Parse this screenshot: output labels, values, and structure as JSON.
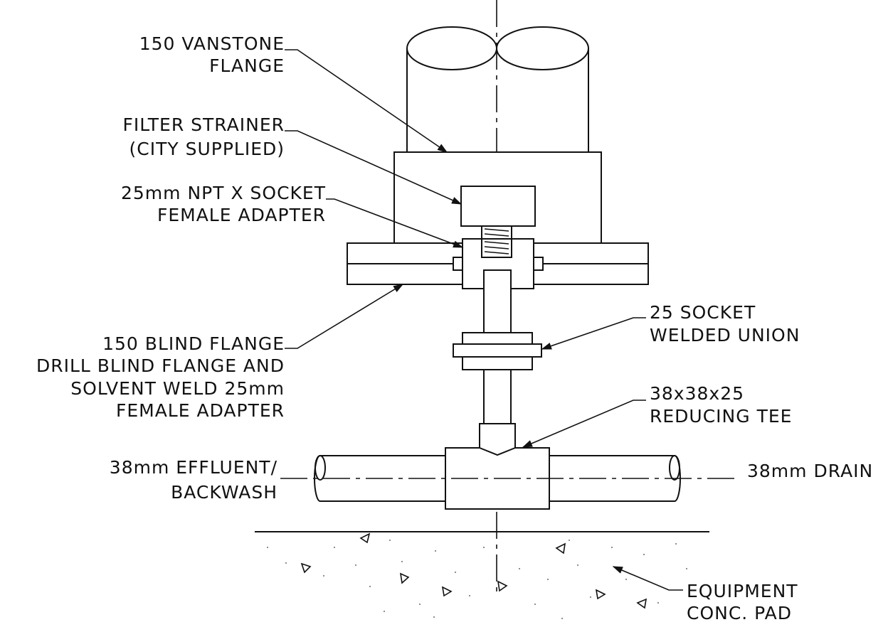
{
  "labels": {
    "vanstone_flange": [
      "150 VANSTONE",
      "FLANGE"
    ],
    "filter_strainer": [
      "FILTER STRAINER",
      "(CITY SUPPLIED)"
    ],
    "female_adapter": [
      "25mm NPT X SOCKET",
      "FEMALE ADAPTER"
    ],
    "blind_flange": [
      "150 BLIND FLANGE",
      "DRILL BLIND FLANGE AND",
      "SOLVENT WELD 25mm",
      "FEMALE ADAPTER"
    ],
    "socket_union": [
      "25 SOCKET",
      "WELDED UNION"
    ],
    "reducing_tee": [
      "38x38x25",
      "REDUCING TEE"
    ],
    "effluent": [
      "38mm EFFLUENT/",
      "BACKWASH"
    ],
    "drain": [
      "38mm DRAIN"
    ],
    "pad": [
      "EQUIPMENT",
      "CONC. PAD"
    ]
  },
  "colors": {
    "line": "#111111",
    "background": "#ffffff"
  }
}
